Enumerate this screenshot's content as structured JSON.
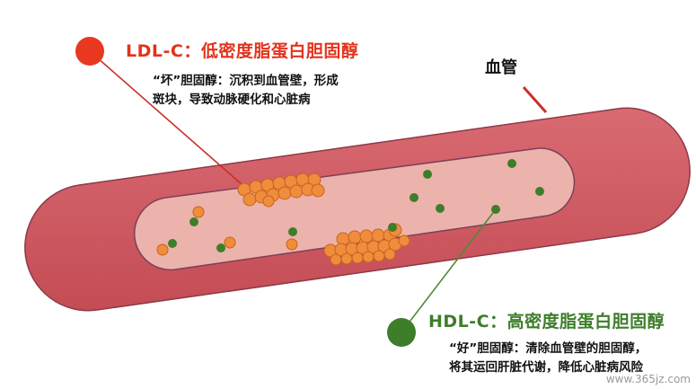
{
  "ldl": {
    "title": "LDL-C：低密度脂蛋白胆固醇",
    "desc_line1": "“坏”胆固醇：沉积到血管壁，形成",
    "desc_line2": "斑块，导致动脉硬化和心脏病",
    "color": "#e8381f"
  },
  "hdl": {
    "title": "HDL-C：高密度脂蛋白胆固醇",
    "desc_line1": "“好”胆固醇：清除血管壁的胆固醇，",
    "desc_line2": "将其运回肝脏代谢，降低心脏病风险",
    "color": "#3e7d2a"
  },
  "vessel_label": "血管",
  "watermark": "www.365jz.com",
  "colors": {
    "vessel_wall": "#cc555e",
    "vessel_lumen": "#ebb3ab",
    "ldl_particle": "#ef8d3c",
    "hdl_particle": "#3e7d2a",
    "connector": "#c9302a"
  }
}
